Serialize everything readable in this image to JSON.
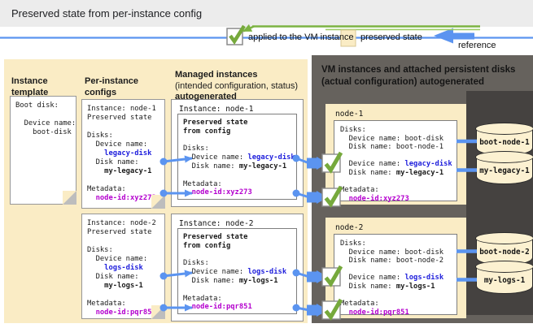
{
  "title_bar": {
    "title": "Preserved state from per-instance config"
  },
  "legend": {
    "applied_label": "applied to the VM instance",
    "preserved_label": "preserved state",
    "reference_label": "reference"
  },
  "left_panel": {
    "col1_header": "Instance template",
    "col2_header": "Per-instance configs",
    "col3_header_line1": "Managed instances",
    "col3_header_line2": "(intended configuration, status)",
    "col3_header_line3": "autogenerated"
  },
  "right_panel": {
    "header_line1": "VM instances and attached persistent disks",
    "header_line2": "(actual configuration) autogenerated"
  },
  "instance_template": {
    "line1": "Boot disk:",
    "line2": "  Device name:",
    "line3": "    boot-disk"
  },
  "per_instance_configs": {
    "node1": {
      "instance": "Instance: node-1",
      "preserved": "Preserved state",
      "disks_label": "Disks:",
      "device_label": "  Device name:",
      "device_value": "    legacy-disk",
      "disk_label": "  Disk name:",
      "disk_value": "    my-legacy-1",
      "metadata_label": "Metadata:",
      "metadata_value": "  node-id:xyz273"
    },
    "node2": {
      "instance": "Instance: node-2",
      "preserved": "Preserved state",
      "disks_label": "Disks:",
      "device_label": "  Device name:",
      "device_value": "    logs-disk",
      "disk_label": "  Disk name:",
      "disk_value": "    my-logs-1",
      "metadata_label": "Metadata:",
      "metadata_value": "  node-id:pqr851"
    }
  },
  "managed_instances": {
    "node1": {
      "instance": "Instance: node-1",
      "preserved_line1": "Preserved state",
      "preserved_line2": "from config",
      "disks_label": "Disks:",
      "device_label": "  Device name: ",
      "device_value": "legacy-disk",
      "disk_label": "  Disk name: ",
      "disk_value": "my-legacy-1",
      "metadata_label": "Metadata:",
      "metadata_value": "  node-id:xyz273"
    },
    "node2": {
      "instance": "Instance: node-2",
      "preserved_line1": "Preserved state",
      "preserved_line2": "from config",
      "disks_label": "Disks:",
      "device_label": "  Device name: ",
      "device_value": "logs-disk",
      "disk_label": "  Disk name: ",
      "disk_value": "my-logs-1",
      "metadata_label": "Metadata:",
      "metadata_value": "  node-id:pqr851"
    }
  },
  "vm_instances": {
    "node1": {
      "title": "node-1",
      "disks_label": "Disks:",
      "boot_device_line": "  Device name: boot-disk",
      "boot_disk_line": "  Disk name: boot-node-1",
      "device_label": "  Device name: ",
      "device_value": "legacy-disk",
      "disk_label": "  Disk name: ",
      "disk_value": "my-legacy-1",
      "metadata_label": "Metadata:",
      "metadata_value": "  node-id:xyz273"
    },
    "node2": {
      "title": "node-2",
      "disks_label": "Disks:",
      "boot_device_line": "  Device name: boot-disk",
      "boot_disk_line": "  Disk name: boot-node-2",
      "device_label": "  Device name: ",
      "device_value": "logs-disk",
      "disk_label": "  Disk name: ",
      "disk_value": "my-logs-1",
      "metadata_label": "Metadata:",
      "metadata_value": "  node-id:pqr851"
    }
  },
  "disks": {
    "disk1": "boot-node-1",
    "disk2": "my-legacy-1",
    "disk3": "boot-node-2",
    "disk4": "my-logs-1"
  },
  "colors": {
    "accent_blue": "#5B94F0",
    "accent_green": "#7CB342",
    "beige": "#FAECC5",
    "panel_gray": "#66625D",
    "panel_dark": "#454240",
    "device_name_blue": "#1E1EDC",
    "metadata_magenta": "#B400CE"
  }
}
